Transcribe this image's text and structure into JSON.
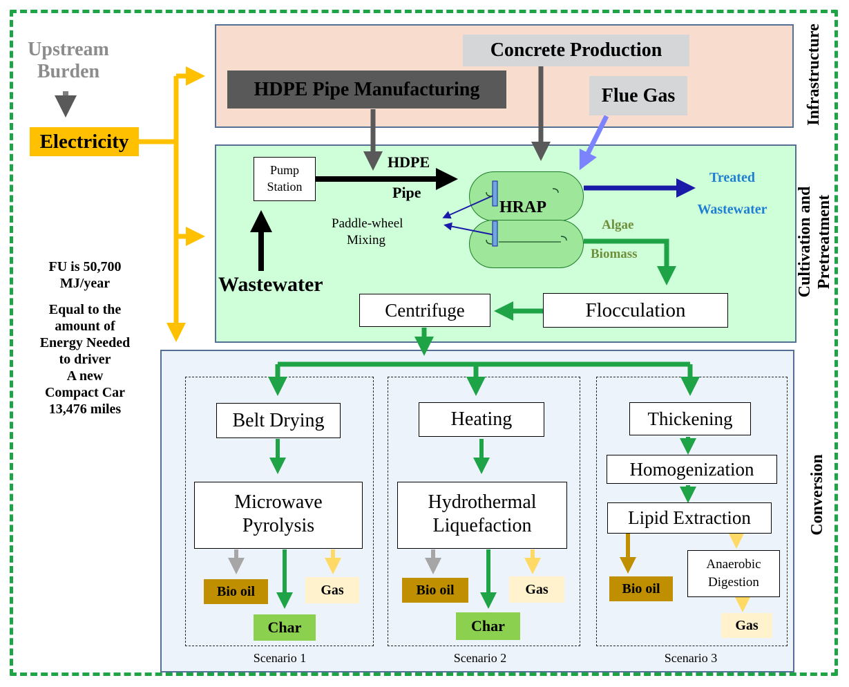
{
  "colors": {
    "frame_green": "#1fa347",
    "electricity_yellow": "#ffc000",
    "flow_green": "#1fa347",
    "infra_fill": "#f8dccd",
    "cultivation_fill": "#cfffd9",
    "conversion_fill": "#edf3fa",
    "panel_border": "#536f93",
    "dark_gray": "#595959",
    "light_gray": "#d4d6d8",
    "flue_blue": "#7c83ff",
    "treated_blue": "#1a1aa8",
    "algae_text": "#6f8f3a",
    "bio_oil": "#bf8f00",
    "gas_fill": "#fff2cc",
    "char_fill": "#8cd04f"
  },
  "left": {
    "upstream_line1": "Upstream",
    "upstream_line2": "Burden",
    "electricity": "Electricity",
    "fu": [
      "FU is 50,700",
      "MJ/year",
      "Equal to the",
      "amount of",
      "Energy Needed",
      "to driver",
      "A new",
      "Compact Car",
      "13,476 miles"
    ]
  },
  "sections": {
    "infrastructure": "Infrastructure",
    "cultivation_line1": "Cultivation and",
    "cultivation_line2": "Pretreatment",
    "conversion": "Conversion"
  },
  "infrastructure": {
    "concrete": "Concrete Production",
    "hdpe_manufacturing": "HDPE Pipe Manufacturing",
    "flue_gas": "Flue Gas"
  },
  "cultivation": {
    "pump_line1": "Pump",
    "pump_line2": "Station",
    "hdpe_line1": "HDPE",
    "hdpe_line2": "Pipe",
    "hrap": "HRAP",
    "treated_line1": "Treated",
    "treated_line2": "Wastewater",
    "paddle_line1": "Paddle-wheel",
    "paddle_line2": "Mixing",
    "algae_line1": "Algae",
    "algae_line2": "Biomass",
    "wastewater": "Wastewater",
    "centrifuge": "Centrifuge",
    "flocculation": "Flocculation"
  },
  "scenarios": [
    {
      "step1": "Belt Drying",
      "step2_line1": "Microwave",
      "step2_line2": "Pyrolysis",
      "bio_oil": "Bio oil",
      "gas": "Gas",
      "char": "Char",
      "label": "Scenario 1"
    },
    {
      "step1": "Heating",
      "step2_line1": "Hydrothermal",
      "step2_line2": "Liquefaction",
      "bio_oil": "Bio oil",
      "gas": "Gas",
      "char": "Char",
      "label": "Scenario 2"
    },
    {
      "step1": "Thickening",
      "step2": "Homogenization",
      "step3": "Lipid Extraction",
      "ad_line1": "Anaerobic",
      "ad_line2": "Digestion",
      "bio_oil": "Bio oil",
      "gas": "Gas",
      "label": "Scenario 3"
    }
  ]
}
